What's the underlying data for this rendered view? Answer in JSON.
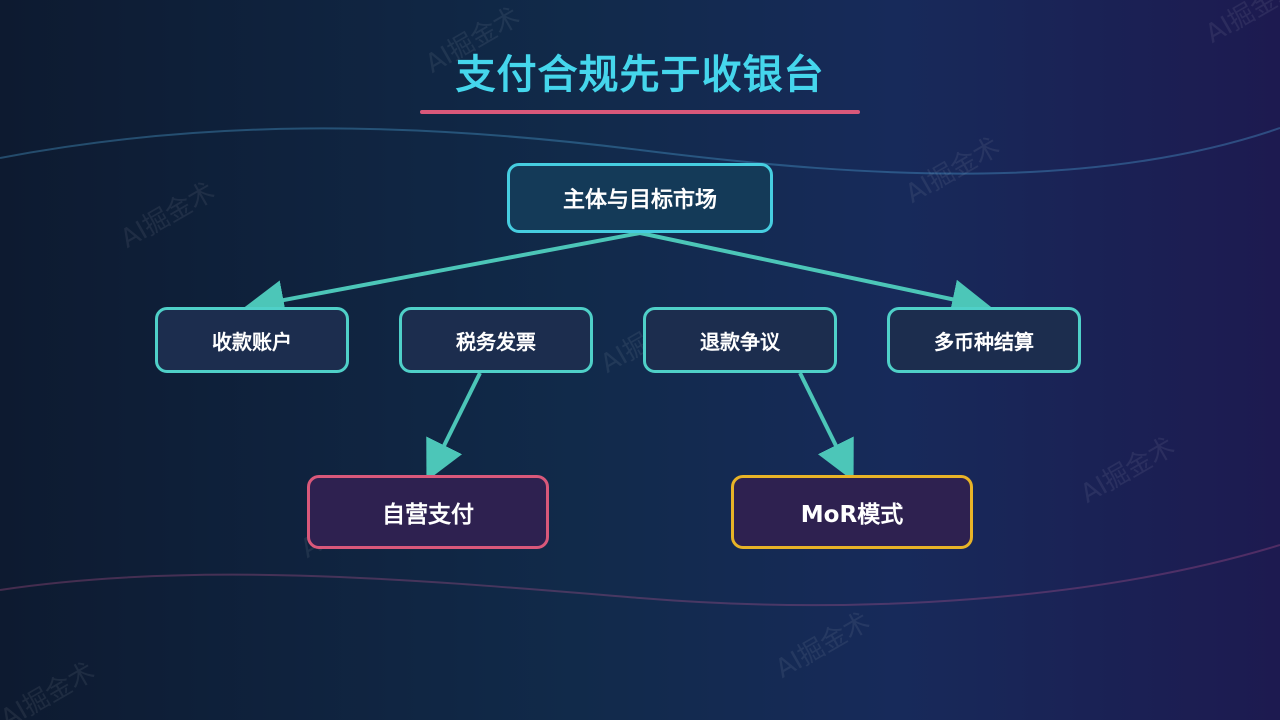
{
  "title": "支付合规先于收银台",
  "nodes": {
    "root": "主体与目标市场",
    "collection_account": "收款账户",
    "tax_invoice": "税务发票",
    "refund_dispute": "退款争议",
    "multi_currency": "多币种结算",
    "self_payment": "自营支付",
    "mor_mode": "MoR模式"
  },
  "watermark": "AI掘金术",
  "colors": {
    "title": "#45d6ec",
    "title_underline": "#d9587a",
    "connector": "#4cc6b8",
    "root_border": "#46cde0",
    "mid_border": "#4fd0c8",
    "self_border": "#d9587a",
    "mor_border": "#e8b327"
  }
}
